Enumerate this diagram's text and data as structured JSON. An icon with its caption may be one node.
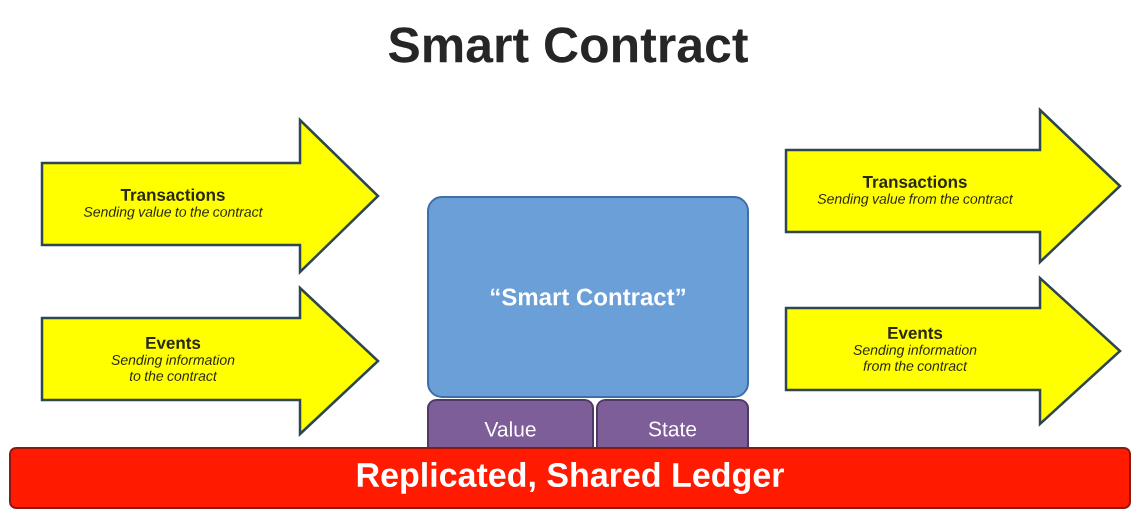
{
  "diagram": {
    "title": "Smart Contract",
    "nodes": [
      {
        "text": [
          "Transactions",
          "Sending value to the contract"
        ]
      },
      {
        "text": [
          "Events",
          "Sending information to the contract"
        ]
      },
      {
        "text": [
          "“Smart Contract”"
        ]
      },
      {
        "text": [
          "Transactions",
          "Sending value from the contract"
        ]
      },
      {
        "text": [
          "Events",
          "Sending information from the contract"
        ]
      },
      {
        "text": [
          "Value"
        ]
      },
      {
        "text": [
          "State"
        ]
      },
      {
        "text": [
          "Replicated, Shared Ledger"
        ]
      }
    ]
  }
}
